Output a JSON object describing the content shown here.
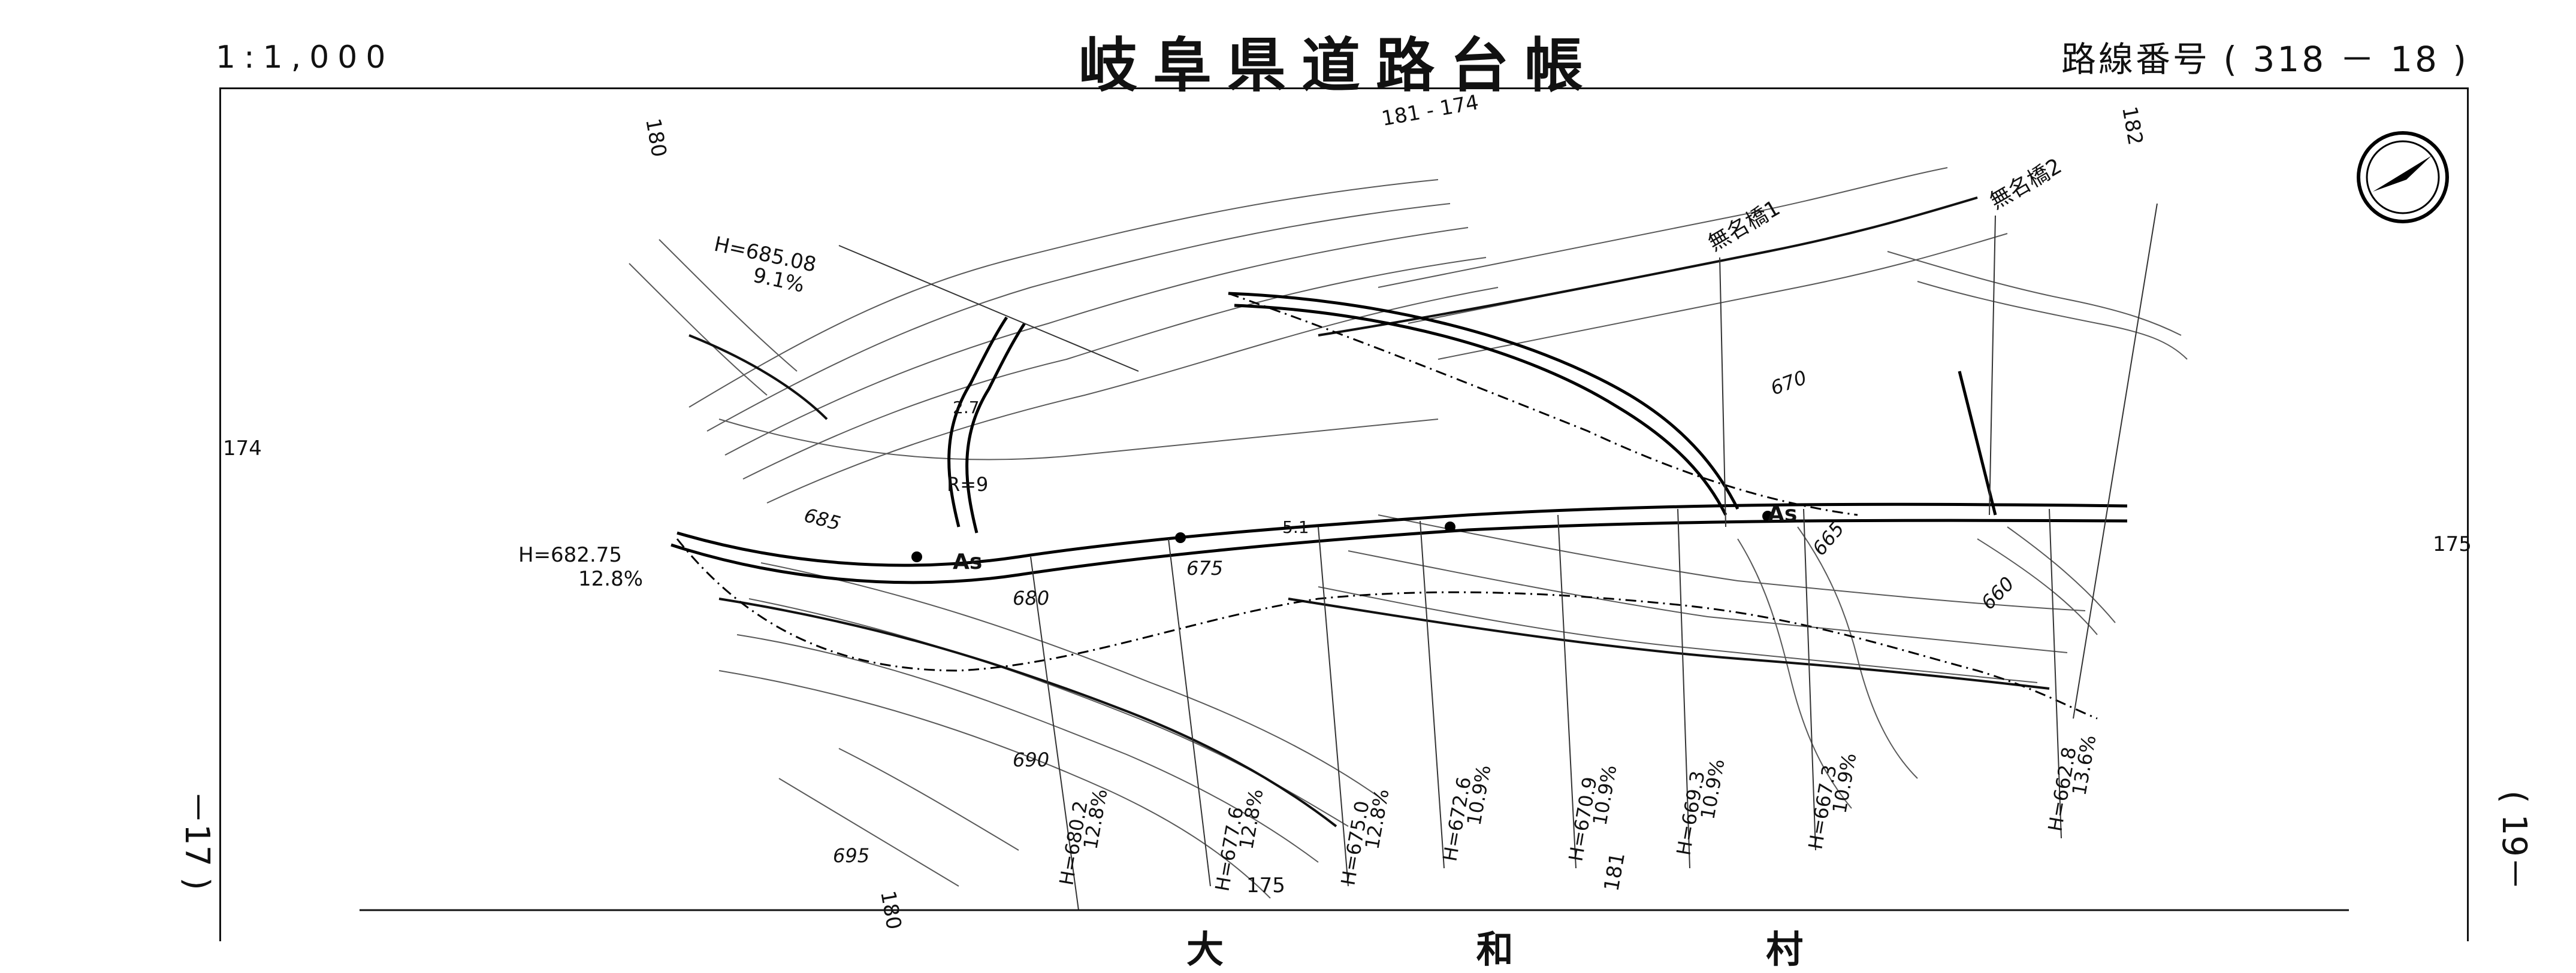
{
  "header": {
    "scale": "1:1,000",
    "title": "岐阜県道路台帳",
    "route_label": "路線番号 ( 318 － 18 )"
  },
  "side_labels": {
    "left": "－17 )",
    "right": "( 19－"
  },
  "footer": {
    "village": "大 和 村"
  },
  "sheet_refs": {
    "top_left": "180",
    "top_center": "181 - 174",
    "top_right": "182",
    "left": "174",
    "right": "175",
    "bottom_left": "180",
    "bottom_center": "175",
    "bottom_right": "181"
  },
  "bridges": [
    "無名橋1",
    "無名橋2"
  ],
  "road_labels": {
    "surface_1": "As",
    "surface_2": "As",
    "radius": "R=9",
    "width_1": "5.1",
    "width_2": "2.7"
  },
  "contour_labels": [
    "685",
    "680",
    "675",
    "670",
    "665",
    "660",
    "690",
    "695"
  ],
  "elevations": [
    {
      "h": "H=685.08",
      "grade": "9.1%"
    },
    {
      "h": "H=682.75",
      "grade": "12.8%"
    },
    {
      "h": "H=680.2",
      "grade": "12.8%"
    },
    {
      "h": "H=677.6",
      "grade": "12.8%"
    },
    {
      "h": "H=675.0",
      "grade": "12.8%"
    },
    {
      "h": "H=672.6",
      "grade": "10.9%"
    },
    {
      "h": "H=670.9",
      "grade": "10.9%"
    },
    {
      "h": "H=669.3",
      "grade": "10.9%"
    },
    {
      "h": "H=667.3",
      "grade": "10.9%"
    },
    {
      "h": "H=662.8",
      "grade": "13.6%"
    }
  ],
  "north_arrow_icon": "north-arrow-icon"
}
